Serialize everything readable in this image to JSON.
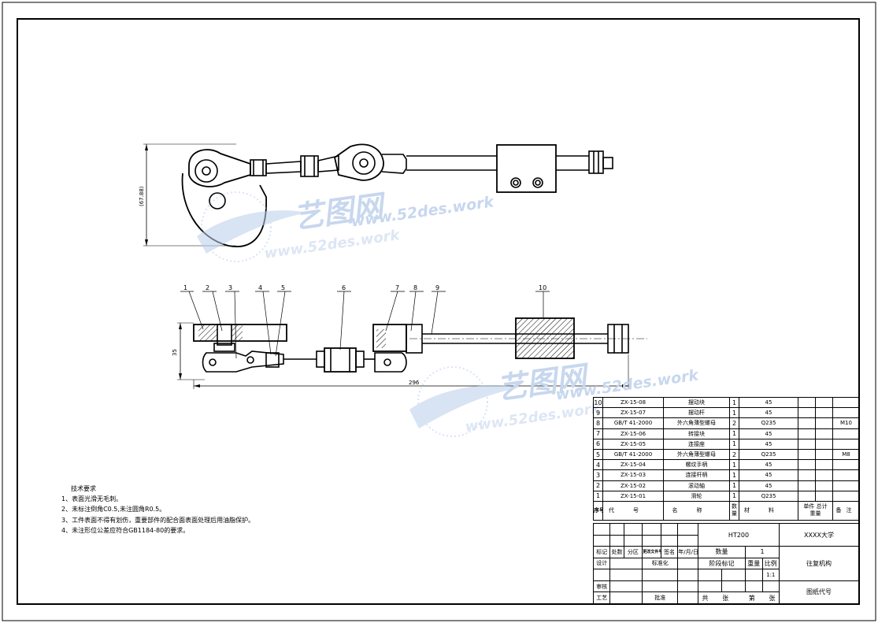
{
  "drawing": {
    "dimensions": {
      "height_top": "(67.88)",
      "height_front": "35",
      "length_front": "296"
    },
    "balloons": [
      "1",
      "2",
      "3",
      "4",
      "5",
      "6",
      "7",
      "8",
      "9",
      "10"
    ]
  },
  "watermark": {
    "brand": "艺图网",
    "url": "www.52des.work"
  },
  "tech_notes": {
    "title": "技术要求",
    "items": [
      "1、表面光滑无毛刺。",
      "2、未标注倒角C0.5,未注圆角R0.5。",
      "3、工件表面不得有划伤，重要部件的配合面表面处理后用油脂保护。",
      "4、未注形位公差应符合GB1184-80的要求。"
    ]
  },
  "bom": {
    "rows": [
      {
        "no": "10",
        "code": "ZX-15-08",
        "name": "摆动块",
        "qty": "1",
        "material": "45",
        "remark": ""
      },
      {
        "no": "9",
        "code": "ZX-15-07",
        "name": "摆动杆",
        "qty": "1",
        "material": "45",
        "remark": ""
      },
      {
        "no": "8",
        "code": "GB/T 41-2000",
        "name": "外六角薄型螺母",
        "qty": "2",
        "material": "Q235",
        "remark": "M10"
      },
      {
        "no": "7",
        "code": "ZX-15-06",
        "name": "转接块",
        "qty": "1",
        "material": "45",
        "remark": ""
      },
      {
        "no": "6",
        "code": "ZX-15-05",
        "name": "连接座",
        "qty": "1",
        "material": "45",
        "remark": ""
      },
      {
        "no": "5",
        "code": "GB/T 41-2000",
        "name": "外六角薄型螺母",
        "qty": "2",
        "material": "Q235",
        "remark": "M8"
      },
      {
        "no": "4",
        "code": "ZX-15-04",
        "name": "螺纹手柄",
        "qty": "1",
        "material": "45",
        "remark": ""
      },
      {
        "no": "3",
        "code": "ZX-15-03",
        "name": "连接杆柄",
        "qty": "1",
        "material": "45",
        "remark": ""
      },
      {
        "no": "2",
        "code": "ZX-15-02",
        "name": "滚动轴",
        "qty": "1",
        "material": "45",
        "remark": ""
      },
      {
        "no": "1",
        "code": "ZX-15-01",
        "name": "滑轮",
        "qty": "1",
        "material": "Q235",
        "remark": ""
      }
    ],
    "header": {
      "no": "序号",
      "code": "代号",
      "name": "名称",
      "qty": "数量",
      "material": "材料",
      "unit": "单件",
      "total": "总计",
      "weight": "重量",
      "remark": "备注"
    }
  },
  "title_block": {
    "material": "HT200",
    "school": "XXXX大学",
    "title": "往复机构",
    "quantity_label": "数量",
    "quantity_value": "1",
    "stage_label": "阶段标记",
    "weight_label": "重量",
    "scale_label": "比例",
    "scale_value": "1:1",
    "drawing_no_label": "图纸代号",
    "mark_label": "标记",
    "zone_label": "处数",
    "partition_label": "分区",
    "change_doc_label": "更改文件号",
    "sign_label": "签名",
    "date_label": "年/月/日",
    "design_label": "设计",
    "standard_label": "标准化",
    "review_label": "审核",
    "process_label": "工艺",
    "approve_label": "批准",
    "total_label": "共",
    "sheet_label": "张",
    "page_label": "第",
    "sheet_label2": "张"
  }
}
